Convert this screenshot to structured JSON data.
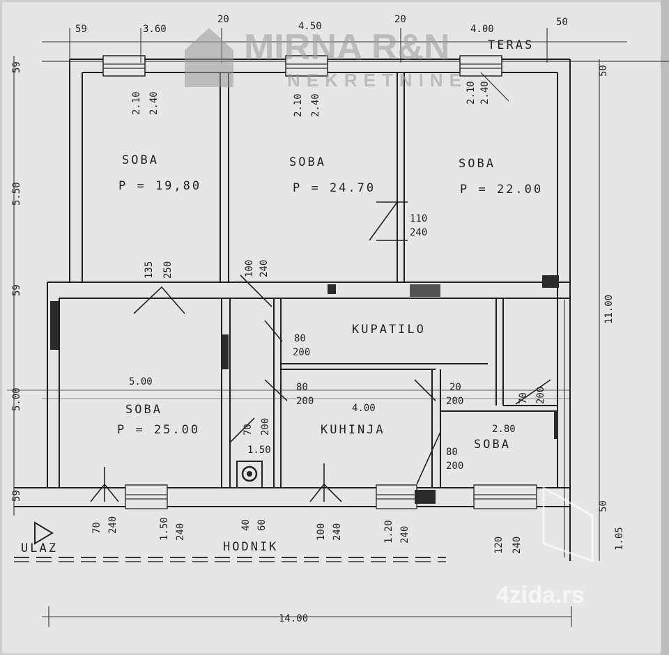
{
  "watermark": {
    "brand": "MIRNA R&N",
    "sub": "NEKRETNINE",
    "site": "4zida.rs"
  },
  "rooms": {
    "soba1": {
      "name": "SOBA",
      "area": "P = 19,80"
    },
    "soba2": {
      "name": "SOBA",
      "area": "P = 24.70"
    },
    "soba3": {
      "name": "SOBA",
      "area": "P = 22.00"
    },
    "soba4": {
      "name": "SOBA",
      "area": "P = 25.00"
    },
    "kupatilo": {
      "name": "KUPATILO"
    },
    "kuhinja": {
      "name": "KUHINJA"
    },
    "soba5": {
      "name": "SOBA"
    },
    "teras": {
      "name": "TERAS"
    },
    "ulaz": {
      "name": "ULAZ"
    },
    "hodnik": {
      "name": "HODNIK"
    }
  },
  "dims": {
    "top_59": "59",
    "top_360": "3.60",
    "top_20a": "20",
    "top_450": "4.50",
    "top_20b": "20",
    "top_400": "4.00",
    "top_50": "50",
    "win1_a": "2.10",
    "win1_b": "2.40",
    "win2_a": "2.10",
    "win2_b": "2.40",
    "win3_a": "2.10",
    "win3_b": "2.40",
    "left_59a": "59",
    "left_550": "5.50",
    "left_59b": "59",
    "left_500": "5.00",
    "left_59c": "59",
    "right_50a": "50",
    "right_1100": "11.00",
    "right_50b": "50",
    "right_105": "1.05",
    "d135": "135",
    "d250": "250",
    "d100a": "100",
    "d240a": "240",
    "d110": "110",
    "d240b": "240",
    "d80a": "80",
    "d200a": "200",
    "d80b": "80",
    "d200b": "200",
    "d500": "5.00",
    "d400": "4.00",
    "d70a": "70",
    "d200c": "200",
    "d150": "1.50",
    "d20c": "20",
    "d200d": "200",
    "d70b": "70",
    "d200e": "200",
    "d280": "2.80",
    "d80c": "80",
    "d200f": "200",
    "b70": "70",
    "b240a": "240",
    "b150": "1.50",
    "b240b": "240",
    "b40": "40",
    "b60": "60",
    "b100": "100",
    "b240c": "240",
    "b120a": "1.20",
    "b240d": "240",
    "b120b": "120",
    "b240e": "240",
    "total": "14.00"
  }
}
